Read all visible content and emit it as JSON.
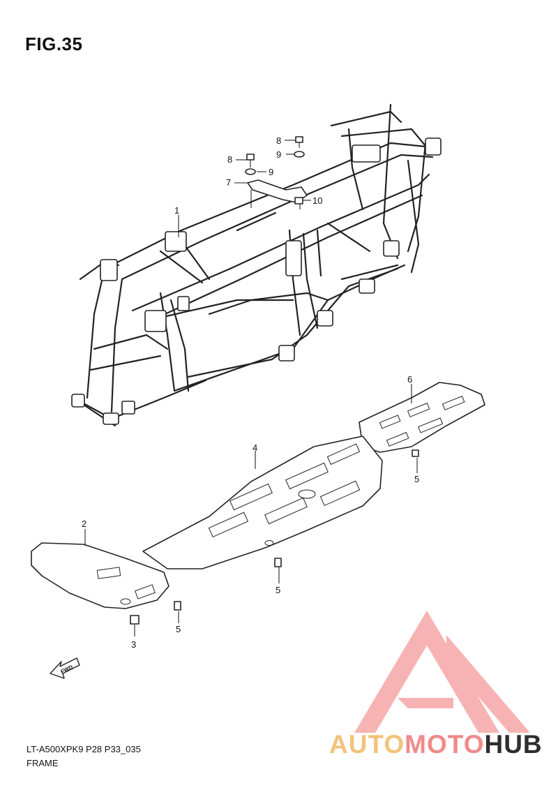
{
  "figure": {
    "title": "FIG.35"
  },
  "callouts": {
    "c1": "1",
    "c2": "2",
    "c3": "3",
    "c4": "4",
    "c5a": "5",
    "c5b": "5",
    "c5c": "5",
    "c6": "6",
    "c7": "7",
    "c8a": "8",
    "c8b": "8",
    "c9a": "9",
    "c9b": "9",
    "c10": "10",
    "fwd": "FWD"
  },
  "footer": {
    "model_code": "LT-A500XPK9 P28 P33_035",
    "section_name": "FRAME"
  },
  "watermark": {
    "part1": "AUTO",
    "part2": "MOTO",
    "part3": "HUB",
    "color_part1": "#f3c27a",
    "color_part2": "#f08a8a",
    "color_part3": "#2e2e2e",
    "logo_color": "#f59a9a"
  }
}
